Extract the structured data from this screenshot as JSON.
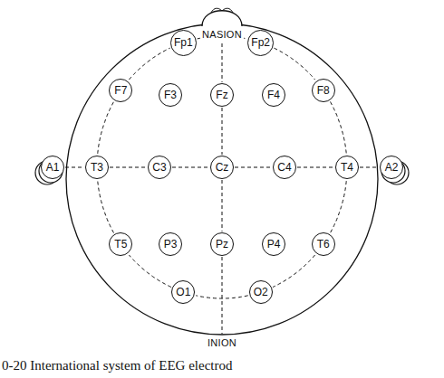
{
  "diagram": {
    "caption": "0-20 International system of EEG electrod",
    "nodes": [
      {
        "text": [
          "Fp1"
        ]
      },
      {
        "text": [
          "Fp2"
        ]
      },
      {
        "text": [
          "F7"
        ]
      },
      {
        "text": [
          "F3"
        ]
      },
      {
        "text": [
          "Fz"
        ]
      },
      {
        "text": [
          "F4"
        ]
      },
      {
        "text": [
          "F8"
        ]
      },
      {
        "text": [
          "A1"
        ]
      },
      {
        "text": [
          "T3"
        ]
      },
      {
        "text": [
          "C3"
        ]
      },
      {
        "text": [
          "Cz"
        ]
      },
      {
        "text": [
          "C4"
        ]
      },
      {
        "text": [
          "T4"
        ]
      },
      {
        "text": [
          "A2"
        ]
      },
      {
        "text": [
          "T5"
        ]
      },
      {
        "text": [
          "P3"
        ]
      },
      {
        "text": [
          "Pz"
        ]
      },
      {
        "text": [
          "P4"
        ]
      },
      {
        "text": [
          "T6"
        ]
      },
      {
        "text": [
          "O1"
        ]
      },
      {
        "text": [
          "O2"
        ]
      }
    ],
    "edges": [
      {
        "from": 0,
        "to": 1,
        "arrow": "none"
      },
      {
        "from": 1,
        "to": 6,
        "arrow": "none"
      },
      {
        "from": 6,
        "to": 12,
        "arrow": "none"
      },
      {
        "from": 12,
        "to": 18,
        "arrow": "none"
      },
      {
        "from": 18,
        "to": 20,
        "arrow": "none"
      },
      {
        "from": 20,
        "to": 19,
        "arrow": "none"
      },
      {
        "from": 19,
        "to": 14,
        "arrow": "none"
      },
      {
        "from": 14,
        "to": 8,
        "arrow": "none"
      },
      {
        "from": 8,
        "to": 2,
        "arrow": "none"
      },
      {
        "from": 2,
        "to": 0,
        "arrow": "none"
      },
      {
        "from": 7,
        "to": 8,
        "arrow": "none"
      },
      {
        "from": 8,
        "to": 9,
        "arrow": "none"
      },
      {
        "from": 9,
        "to": 10,
        "arrow": "none"
      },
      {
        "from": 10,
        "to": 11,
        "arrow": "none"
      },
      {
        "from": 11,
        "to": 12,
        "arrow": "none"
      },
      {
        "from": 12,
        "to": 13,
        "arrow": "none"
      },
      {
        "from": 4,
        "to": 10,
        "arrow": "none"
      },
      {
        "from": 10,
        "to": 16,
        "arrow": "none"
      }
    ],
    "labels": [
      "NASION",
      "INION"
    ]
  }
}
